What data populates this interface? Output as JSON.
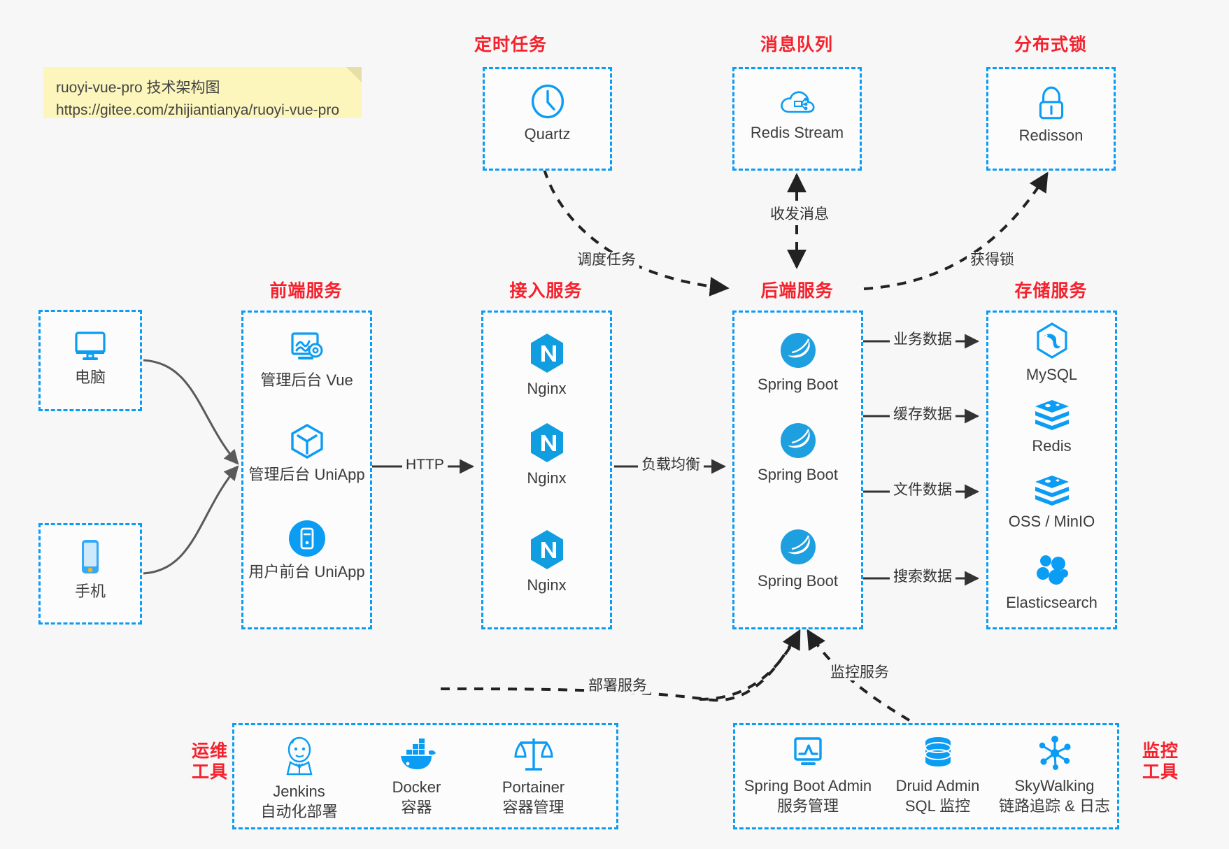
{
  "note": {
    "line1": "ruoyi-vue-pro 技术架构图",
    "line2": "https://gitee.com/zhijiantianya/ruoyi-vue-pro"
  },
  "colors": {
    "accent_blue": "#0b9cf4",
    "icon_blue": "#1296db",
    "section_red": "#f5222d",
    "background": "#f7f7f7",
    "box_fill": "#fcfcfc",
    "edge_dark": "#333333",
    "note_yellow": "#fcf6bd"
  },
  "sections": {
    "scheduled_task": "定时任务",
    "message_queue": "消息队列",
    "distributed_lock": "分布式锁",
    "frontend_service": "前端服务",
    "gateway_service": "接入服务",
    "backend_service": "后端服务",
    "storage_service": "存储服务",
    "ops_tools": "运维\n工具",
    "ops_tools_l1": "运维",
    "ops_tools_l2": "工具",
    "monitor_tools_l1": "监控",
    "monitor_tools_l2": "工具"
  },
  "clients": [
    {
      "label": "电脑",
      "icon": "desktop-monitor-icon"
    },
    {
      "label": "手机",
      "icon": "mobile-phone-icon"
    }
  ],
  "frontend": [
    {
      "label": "管理后台 Vue",
      "icon": "admin-dashboard-icon"
    },
    {
      "label": "管理后台 UniApp",
      "icon": "cube-uniapp-icon"
    },
    {
      "label": "用户前台 UniApp",
      "icon": "mobile-app-icon"
    }
  ],
  "gateway": [
    {
      "label": "Nginx",
      "icon": "nginx-icon"
    },
    {
      "label": "Nginx",
      "icon": "nginx-icon"
    },
    {
      "label": "Nginx",
      "icon": "nginx-icon"
    }
  ],
  "backend": [
    {
      "label": "Spring Boot",
      "icon": "spring-boot-icon"
    },
    {
      "label": "Spring Boot",
      "icon": "spring-boot-icon"
    },
    {
      "label": "Spring Boot",
      "icon": "spring-boot-icon"
    }
  ],
  "storage": [
    {
      "label": "MySQL",
      "icon": "mysql-icon"
    },
    {
      "label": "Redis",
      "icon": "redis-icon"
    },
    {
      "label": "OSS / MinIO",
      "icon": "oss-minio-icon"
    },
    {
      "label": "Elasticsearch",
      "icon": "elasticsearch-icon"
    }
  ],
  "top_nodes": {
    "quartz": {
      "label": "Quartz",
      "icon": "clock-icon"
    },
    "redis_stream": {
      "label": "Redis Stream",
      "icon": "cloud-queue-icon"
    },
    "redisson": {
      "label": "Redisson",
      "icon": "lock-icon"
    }
  },
  "ops_tools": [
    {
      "label": "Jenkins",
      "sub": "自动化部署",
      "icon": "jenkins-icon"
    },
    {
      "label": "Docker",
      "sub": "容器",
      "icon": "docker-icon"
    },
    {
      "label": "Portainer",
      "sub": "容器管理",
      "icon": "portainer-scale-icon"
    }
  ],
  "monitor_tools": [
    {
      "label": "Spring Boot Admin",
      "sub": "服务管理",
      "icon": "monitor-chart-icon"
    },
    {
      "label": "Druid Admin",
      "sub": "SQL 监控",
      "icon": "database-icon"
    },
    {
      "label": "SkyWalking",
      "sub": "链路追踪 & 日志",
      "icon": "skywalking-icon"
    }
  ],
  "edges": {
    "http": "HTTP",
    "load_balance": "负载均衡",
    "schedule_task": "调度任务",
    "send_receive_message": "收发消息",
    "acquire_lock": "获得锁",
    "business_data": "业务数据",
    "cache_data": "缓存数据",
    "file_data": "文件数据",
    "search_data": "搜索数据",
    "deploy_service": "部署服务",
    "monitor_service": "监控服务"
  }
}
